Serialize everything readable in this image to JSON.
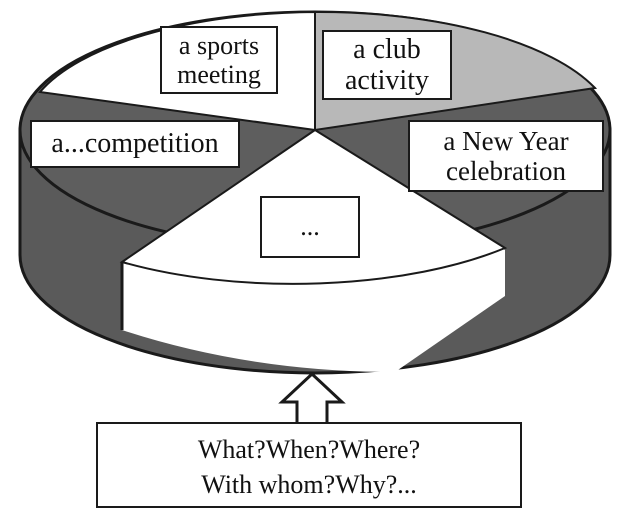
{
  "diagram": {
    "segments": [
      {
        "id": "sports",
        "label": "a sports\nmeeting",
        "fill": "#ffffff"
      },
      {
        "id": "club",
        "label": "a club\nactivity",
        "fill": "#b8b8b8"
      },
      {
        "id": "newyear",
        "label": "a New Year\ncelebration",
        "fill": "#5e5e5e"
      },
      {
        "id": "center",
        "label": "...",
        "fill": "#ffffff"
      },
      {
        "id": "competition",
        "label": "a...competition",
        "fill": "#5e5e5e"
      }
    ],
    "questions": "What?When?Where?\nWith whom?Why?...",
    "colors": {
      "outline": "#1a1a1a",
      "side_dark": "#5a5a5a",
      "white_region": "#ffffff",
      "light_gray": "#b8b8b8"
    }
  }
}
